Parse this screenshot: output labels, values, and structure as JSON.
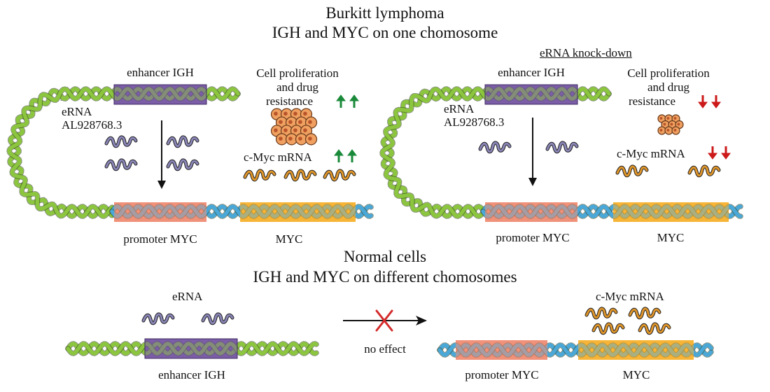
{
  "titles": {
    "top_line1": "Burkitt lymphoma",
    "top_line2": "IGH and MYC on one chomosome",
    "bottom_line1": "Normal cells",
    "bottom_line2": "IGH and MYC on different chomosomes"
  },
  "left_panel": {
    "enhancer": "enhancer IGH",
    "erna_line1": "eRNA",
    "erna_line2": "AL928768.3",
    "effect_line1": "Cell proliferation",
    "effect_line2": "and drug",
    "effect_line3": "resistance",
    "mrna": "c-Myc mRNA",
    "promoter": "promoter MYC",
    "gene": "MYC",
    "trend": "up"
  },
  "right_panel": {
    "header": "eRNA knock-down",
    "enhancer": "enhancer IGH",
    "erna_line1": "eRNA",
    "erna_line2": "AL928768.3",
    "effect_line1": "Cell proliferation",
    "effect_line2": "and drug",
    "effect_line3": "resistance",
    "mrna": "c-Myc mRNA",
    "promoter": "promoter MYC",
    "gene": "MYC",
    "trend": "down"
  },
  "bottom_panel": {
    "erna": "eRNA",
    "enhancer": "enhancer IGH",
    "no_effect": "no effect",
    "mrna": "c-Myc mRNA",
    "promoter": "promoter MYC",
    "gene": "MYC"
  },
  "colors": {
    "green_dna": "#8cc63f",
    "blue_dna": "#4aa8d8",
    "enhancer_box": "#7b5ea7",
    "promoter_box": "#f0917a",
    "gene_box": "#f7b538",
    "erna_squiggle": "#8a86b8",
    "mrna_squiggle": "#e0962a",
    "up_arrow": "#1a8a3a",
    "down_arrow": "#cc1a1a",
    "cross": "#d42a2a",
    "cells": "#f0a060"
  },
  "icons": {
    "dna": "double-helix-icon",
    "cells": "cell-cluster-icon",
    "erna": "rna-squiggle-icon",
    "cross": "x-mark-icon"
  }
}
